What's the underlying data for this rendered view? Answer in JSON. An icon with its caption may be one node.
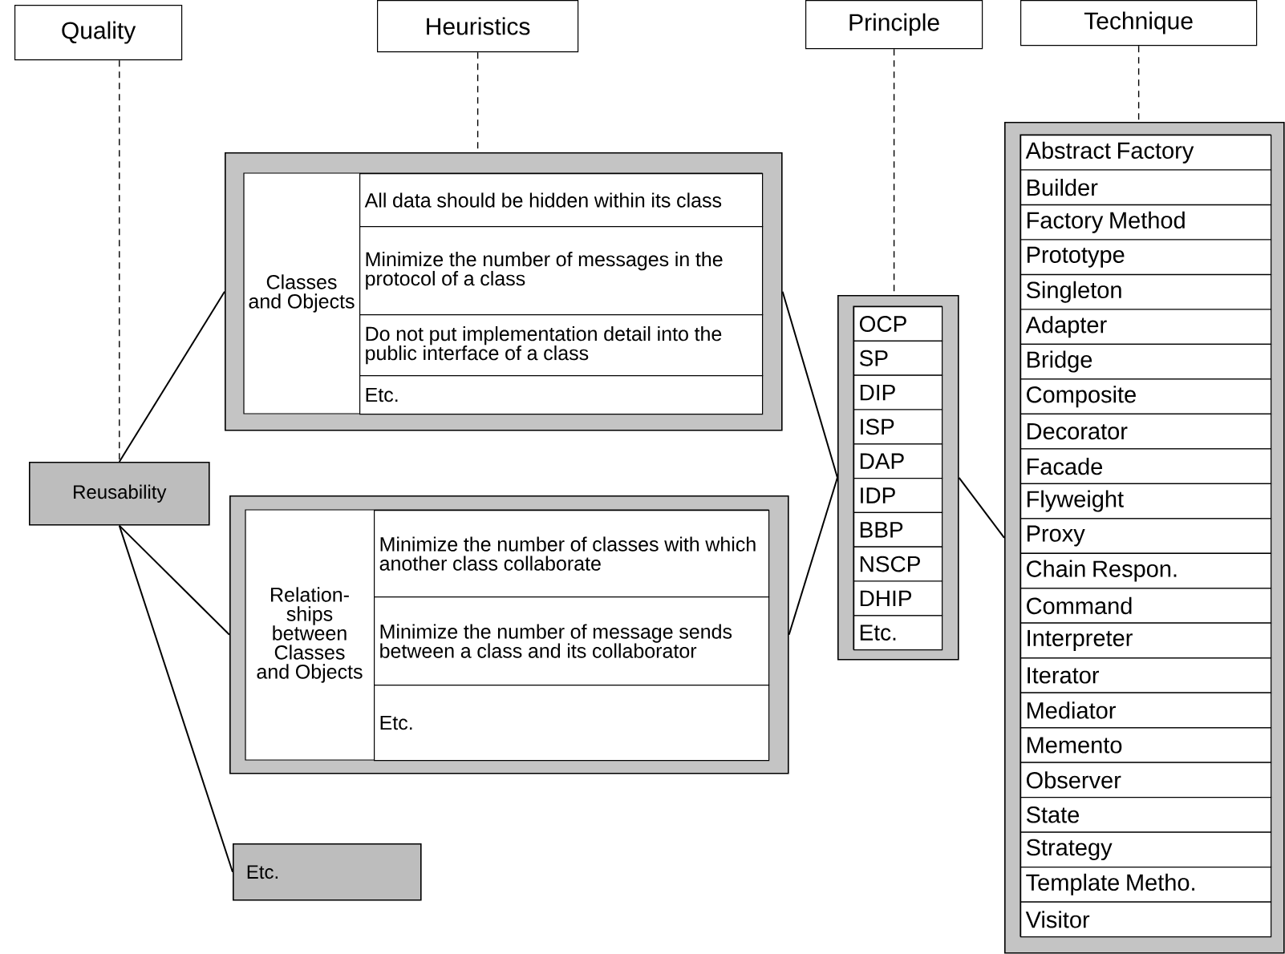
{
  "diagram": {
    "nodes": [
      {
        "text": [
          "Quality"
        ]
      },
      {
        "text": [
          "Heuristics"
        ]
      },
      {
        "text": [
          "Principle"
        ]
      },
      {
        "text": [
          "Technique"
        ]
      },
      {
        "text": [
          "Reusability"
        ]
      },
      {
        "text": [
          "Classes and Objects"
        ]
      },
      {
        "text": [
          "All data should be hidden within its class"
        ],
        "in": 5
      },
      {
        "text": [
          "Minimize the number of messages in the protocol of a class"
        ],
        "in": 5
      },
      {
        "text": [
          "Do not put implementation detail into the public interface of a class"
        ],
        "in": 5
      },
      {
        "text": [
          "Etc."
        ],
        "in": 5
      },
      {
        "text": [
          "Relation- ships between Classes and Objects"
        ]
      },
      {
        "text": [
          "Minimize the number of classes with which another class collaborate"
        ],
        "in": 10
      },
      {
        "text": [
          "Minimize the number of message sends between a class and its collaborator"
        ],
        "in": 10
      },
      {
        "text": [
          "Etc."
        ],
        "in": 10
      },
      {
        "text": [
          "Etc."
        ]
      },
      {
        "text": [],
        "shape": "box"
      },
      {
        "text": [
          "OCP"
        ],
        "in": 15
      },
      {
        "text": [
          "SP"
        ],
        "in": 15
      },
      {
        "text": [
          "DIP"
        ],
        "in": 15
      },
      {
        "text": [
          "ISP"
        ],
        "in": 15
      },
      {
        "text": [
          "DAP"
        ],
        "in": 15
      },
      {
        "text": [
          "IDP"
        ],
        "in": 15
      },
      {
        "text": [
          "BBP"
        ],
        "in": 15
      },
      {
        "text": [
          "NSCP"
        ],
        "in": 15
      },
      {
        "text": [
          "DHIP"
        ],
        "in": 15
      },
      {
        "text": [
          "Etc."
        ],
        "in": 15
      },
      {
        "text": [],
        "shape": "box"
      },
      {
        "text": [
          "Abstract Factory"
        ],
        "in": 26
      },
      {
        "text": [
          "Builder"
        ],
        "in": 26
      },
      {
        "text": [
          "Factory Method"
        ],
        "in": 26
      },
      {
        "text": [
          "Prototype"
        ],
        "in": 26
      },
      {
        "text": [
          "Singleton"
        ],
        "in": 26
      },
      {
        "text": [
          "Adapter"
        ],
        "in": 26
      },
      {
        "text": [
          "Bridge"
        ],
        "in": 26
      },
      {
        "text": [
          "Composite"
        ],
        "in": 26
      },
      {
        "text": [
          "Decorator"
        ],
        "in": 26
      },
      {
        "text": [
          "Facade"
        ],
        "in": 26
      },
      {
        "text": [
          "Flyweight"
        ],
        "in": 26
      },
      {
        "text": [
          "Proxy"
        ],
        "in": 26
      },
      {
        "text": [
          "Chain Respon."
        ],
        "in": 26
      },
      {
        "text": [
          "Command"
        ],
        "in": 26
      },
      {
        "text": [
          "Interpreter"
        ],
        "in": 26
      },
      {
        "text": [
          "Iterator"
        ],
        "in": 26
      },
      {
        "text": [
          "Mediator"
        ],
        "in": 26
      },
      {
        "text": [
          "Memento"
        ],
        "in": 26
      },
      {
        "text": [
          "Observer"
        ],
        "in": 26
      },
      {
        "text": [
          "State"
        ],
        "in": 26
      },
      {
        "text": [
          "Strategy"
        ],
        "in": 26
      },
      {
        "text": [
          "Template Metho."
        ],
        "in": 26
      },
      {
        "text": [
          "Visitor"
        ],
        "in": 26
      }
    ],
    "edges": [
      {
        "from": 0,
        "to": 4,
        "arrow": "none",
        "style": "dashed"
      },
      {
        "from": 1,
        "to": 5,
        "arrow": "none",
        "style": "dashed"
      },
      {
        "from": 2,
        "to": 15,
        "arrow": "none",
        "style": "dashed"
      },
      {
        "from": 3,
        "to": 26,
        "arrow": "none",
        "style": "dashed"
      },
      {
        "from": 4,
        "to": 5,
        "arrow": "none"
      },
      {
        "from": 4,
        "to": 10,
        "arrow": "none"
      },
      {
        "from": 4,
        "to": 14,
        "arrow": "none"
      },
      {
        "from": 5,
        "to": 15,
        "arrow": "none"
      },
      {
        "from": 10,
        "to": 15,
        "arrow": "none"
      },
      {
        "from": 15,
        "to": 26,
        "arrow": "none"
      }
    ]
  }
}
